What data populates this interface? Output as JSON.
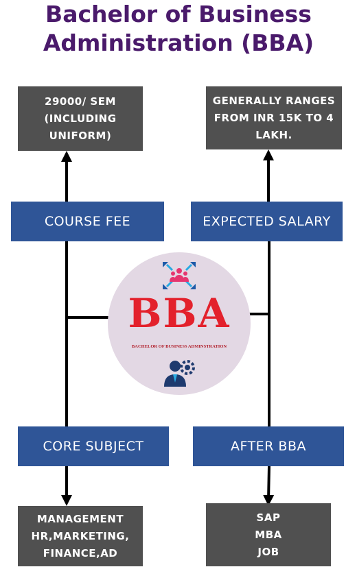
{
  "title": {
    "line1": "Bachelor of Business",
    "line2": "Administration (BBA)"
  },
  "boxes": {
    "course_fee_detail": "29000/ SEM\n(INCLUDING\nUNIFORM)",
    "salary_detail": "GENERALLY RANGES\nFROM INR 15K TO 4\nLAKH.",
    "course_fee": "COURSE FEE",
    "expected_salary": "EXPECTED SALARY",
    "core_subject": "CORE SUBJECT",
    "after_bba": "AFTER BBA",
    "core_subject_detail": "MANAGEMENT\nHR,MARKETING,\nFINANCE,AD",
    "after_bba_detail": "SAP\nMBA\nJOB"
  },
  "center": {
    "abbr": "BBA",
    "full": "BACHELOR OF BUSINESS ADMINSTRATION",
    "top_icon": "team-network-icon",
    "bottom_icon": "businessman-gear-icon"
  },
  "colors": {
    "title": "#4a1a6b",
    "gray_box": "#505050",
    "blue_box": "#2f5597",
    "circle": "#e3d8e4",
    "bba_red": "#e3212c"
  }
}
